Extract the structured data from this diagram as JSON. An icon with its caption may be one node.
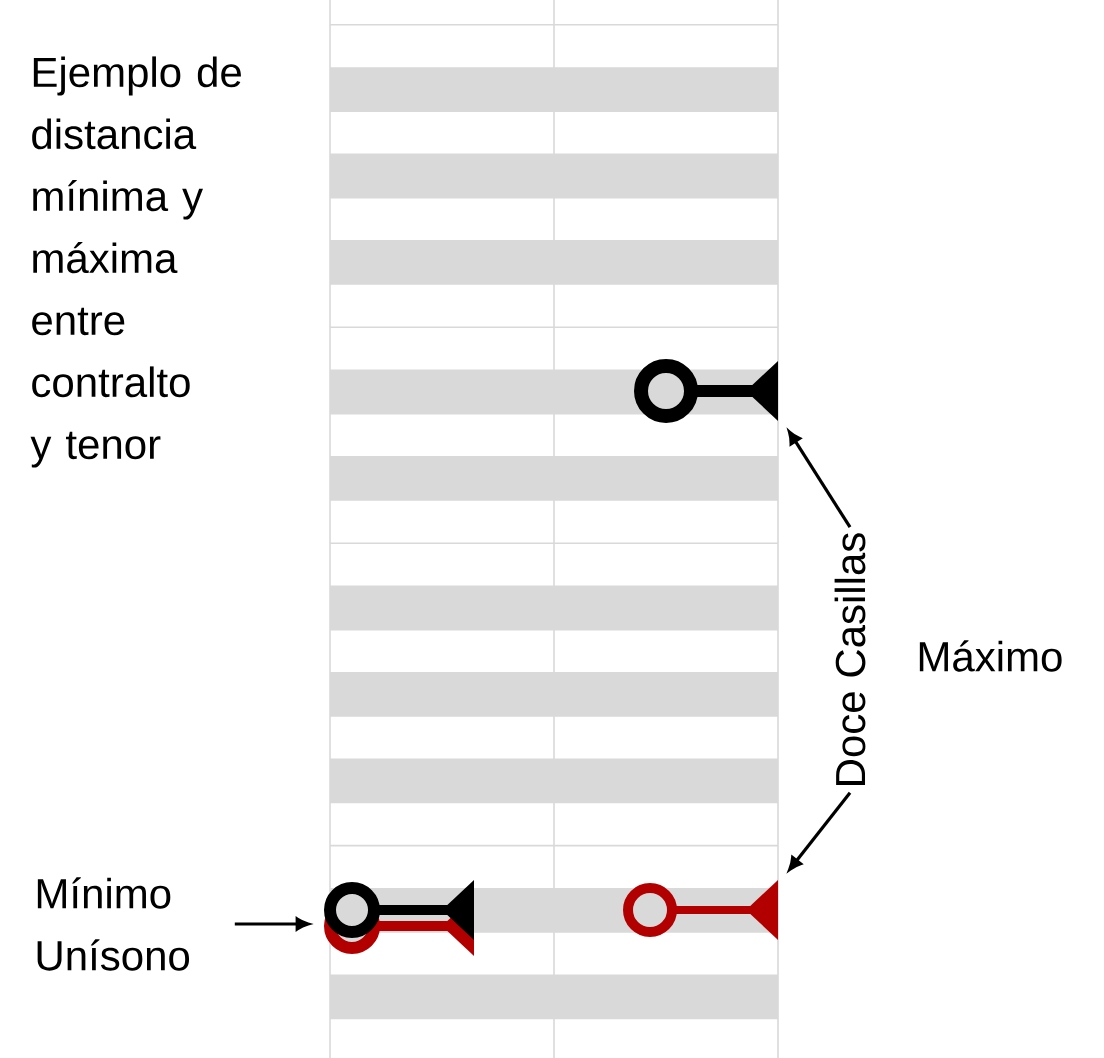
{
  "diagram": {
    "nodes": [
      {
        "text": [],
        "shape": "circle"
      },
      {
        "text": [],
        "shape": "circle"
      },
      {
        "text": [],
        "shape": "circle"
      },
      {
        "text": [],
        "shape": "circle"
      },
      {
        "text": [
          "Mínimo Unísono"
        ]
      },
      {
        "text": [
          "Doce Casillas"
        ]
      }
    ],
    "edges": [
      {
        "from": 4,
        "to": 1,
        "arrow": "to"
      },
      {
        "from": 5,
        "to": 0,
        "arrow": "to"
      },
      {
        "from": 5,
        "to": 3,
        "arrow": "to"
      }
    ],
    "labels": [
      "Ejemplo de distancia mínima y máxima entre contralto y tenor",
      "Máximo"
    ]
  }
}
